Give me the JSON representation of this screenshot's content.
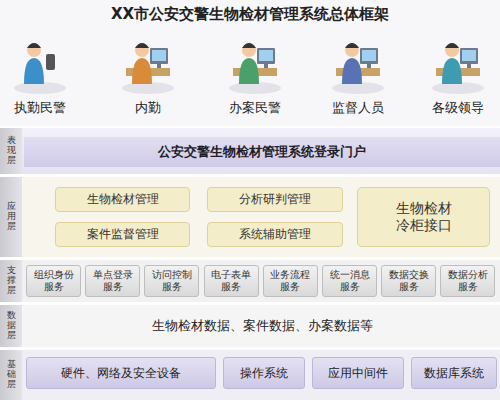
{
  "diagram": {
    "title": "XX市公安交警生物检材管理系统总体框架",
    "nodes": [
      {
        "text": [
          "公安交警生物检材管理系统登录门户"
        ]
      },
      {
        "text": [
          "生物检材管理"
        ]
      },
      {
        "text": [
          "分析研判管理"
        ]
      },
      {
        "text": [
          "生物检材冷柜接口"
        ]
      },
      {
        "text": [
          "案件监督管理"
        ]
      },
      {
        "text": [
          "系统辅助管理"
        ]
      },
      {
        "text": [
          "组织身份服务"
        ]
      },
      {
        "text": [
          "单点登录服务"
        ]
      },
      {
        "text": [
          "访问控制服务"
        ]
      },
      {
        "text": [
          "电子表单服务"
        ]
      },
      {
        "text": [
          "业务流程服务"
        ]
      },
      {
        "text": [
          "统一消息服务"
        ]
      },
      {
        "text": [
          "数据交换服务"
        ]
      },
      {
        "text": [
          "数据分析服务"
        ]
      },
      {
        "text": [
          "生物检材数据、案件数据、办案数据等"
        ]
      },
      {
        "text": [
          "硬件、网络及安全设备"
        ]
      },
      {
        "text": [
          "操作系统"
        ]
      },
      {
        "text": [
          "应用中间件"
        ]
      },
      {
        "text": [
          "数据库系统"
        ]
      }
    ],
    "labels": [
      "执勤民警",
      "内勤",
      "办案民警",
      "监督人员",
      "各级领导",
      "表现层",
      "应用层",
      "支撑层",
      "数据层",
      "基础层"
    ]
  }
}
